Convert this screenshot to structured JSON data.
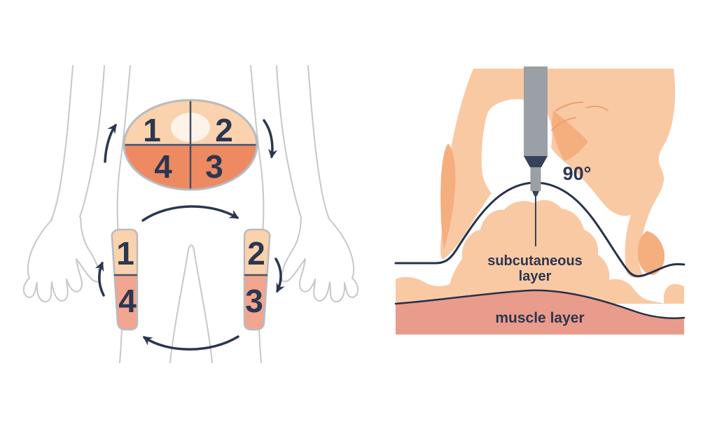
{
  "rotation_diagram": {
    "abdomen": {
      "zone_top_left": "1",
      "zone_top_right": "2",
      "zone_bottom_right": "3",
      "zone_bottom_left": "4"
    },
    "left_thigh": {
      "zone_top": "1",
      "zone_bottom": "4"
    },
    "right_thigh": {
      "zone_top": "2",
      "zone_bottom": "3"
    }
  },
  "technique_diagram": {
    "angle": "90°",
    "labels": {
      "subcutaneous_line1": "subcutaneous",
      "subcutaneous_line2": "layer",
      "muscle": "muscle layer"
    }
  },
  "colors": {
    "zone_light": "#fad2ae",
    "abdomen_lower": "#ed8a62",
    "thigh_lower": "#f2a58f",
    "navy": "#2b3650",
    "navy_line": "#26314c",
    "divider": "#44506a",
    "body_outline": "#c5c7ca",
    "site_border": "#b9bbbe",
    "skin": "#f9c9a4",
    "skin_shade": "#f5ae7e",
    "crease": "#eda06e",
    "muscle": "#e99c8b",
    "pen_gray": "#9aa0a5",
    "pen_dark": "#36415a",
    "navel": "#fdf3e9"
  }
}
